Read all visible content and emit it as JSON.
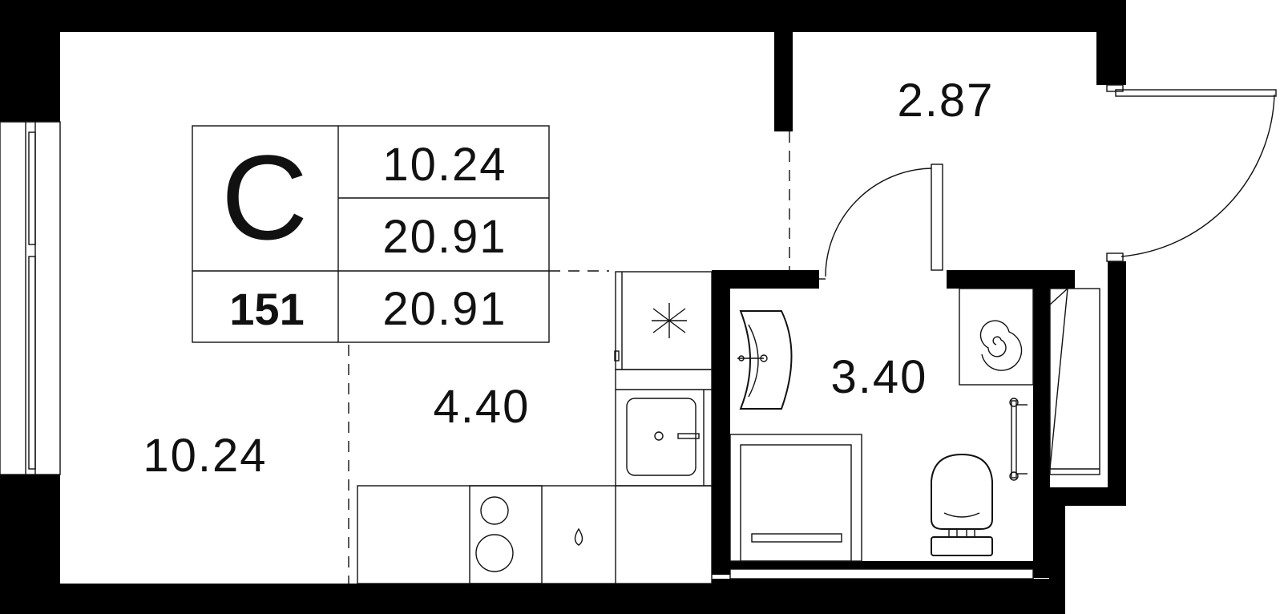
{
  "apartment": {
    "type_letter": "С",
    "number": "151",
    "living_area": "10.24",
    "total_area": "20.91",
    "total_area_2": "20.91"
  },
  "rooms": {
    "living_room_area": "10.24",
    "kitchen_area": "4.40",
    "hallway_area": "2.87",
    "bathroom_area": "3.40"
  },
  "icons": [
    "window",
    "fridge-icon",
    "sink-icon",
    "stove-icon",
    "oven-icon",
    "washbasin-icon",
    "washing-machine-icon",
    "bathtub-icon",
    "toilet-icon",
    "towel-rail-icon",
    "door-swing",
    "entrance-door"
  ],
  "colors": {
    "wall": "#000000",
    "line": "#111111",
    "background": "#ffffff"
  }
}
